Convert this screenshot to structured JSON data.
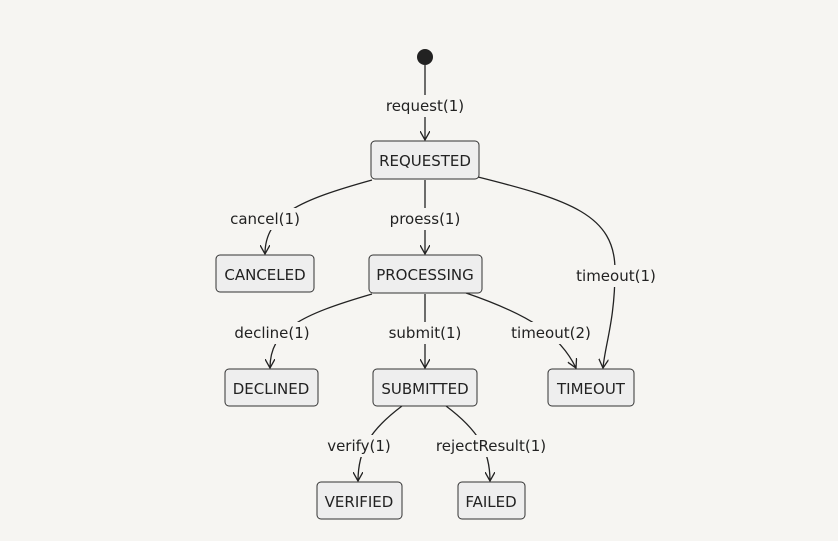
{
  "states": {
    "requested": "REQUESTED",
    "canceled": "CANCELED",
    "processing": "PROCESSING",
    "declined": "DECLINED",
    "submitted": "SUBMITTED",
    "timeout": "TIMEOUT",
    "verified": "VERIFIED",
    "failed": "FAILED"
  },
  "transitions": {
    "request": "request(1)",
    "cancel": "cancel(1)",
    "proess": "proess(1)",
    "timeout_from_requested": "timeout(1)",
    "decline": "decline(1)",
    "submit": "submit(1)",
    "timeout_from_processing": "timeout(2)",
    "verify": "verify(1)",
    "reject_result": "rejectResult(1)"
  }
}
